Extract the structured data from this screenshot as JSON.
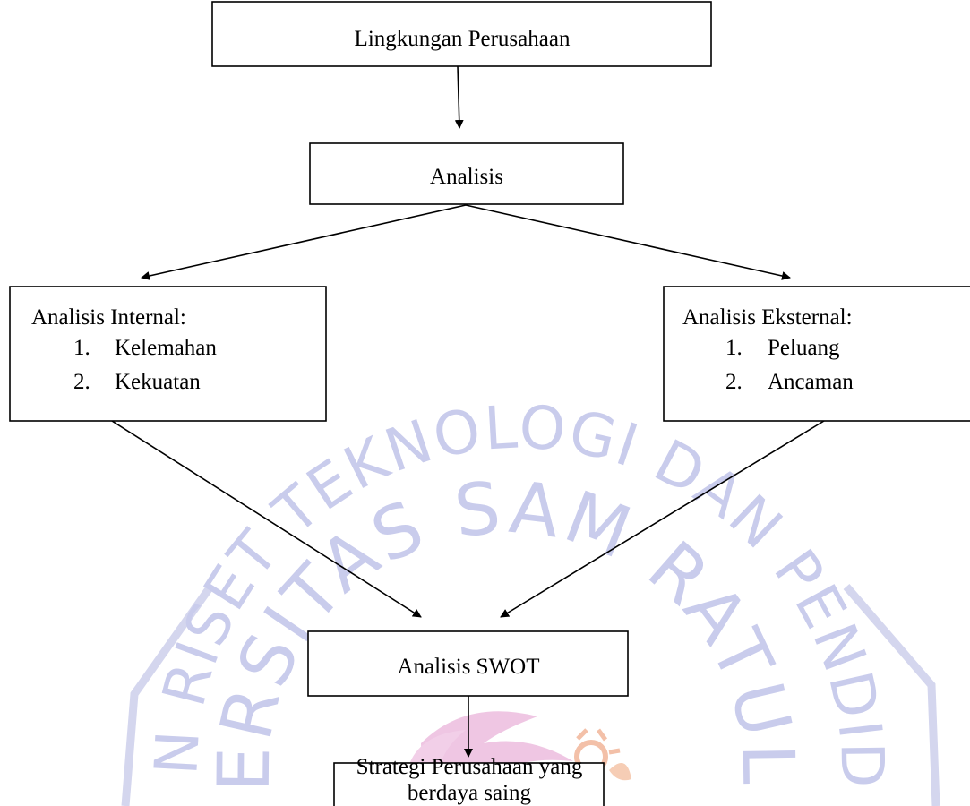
{
  "watermark": {
    "outer_text": "KEMENTERIAN RISET TEKNOLOGI DAN PENDIDIKAN TINGGI",
    "inner_text": "UNIVERSITAS SAM RATULANGI",
    "color_blue": "#c9ccec",
    "color_magenta": "#efbfe1",
    "color_orange": "#f4c3a7"
  },
  "nodes": {
    "environment": {
      "label": "Lingkungan Perusahaan"
    },
    "analysis": {
      "label": "Analisis"
    },
    "internal": {
      "title": "Analisis Internal:",
      "items": [
        {
          "number": "1.",
          "text": "Kelemahan"
        },
        {
          "number": "2.",
          "text": "Kekuatan"
        }
      ]
    },
    "external": {
      "title": "Analisis Eksternal:",
      "items": [
        {
          "number": "1.",
          "text": "Peluang"
        },
        {
          "number": "2.",
          "text": "Ancaman"
        }
      ]
    },
    "swot": {
      "label": "Analisis SWOT"
    },
    "strategy": {
      "line1": "Strategi Perusahaan yang",
      "line2": "berdaya saing"
    }
  }
}
